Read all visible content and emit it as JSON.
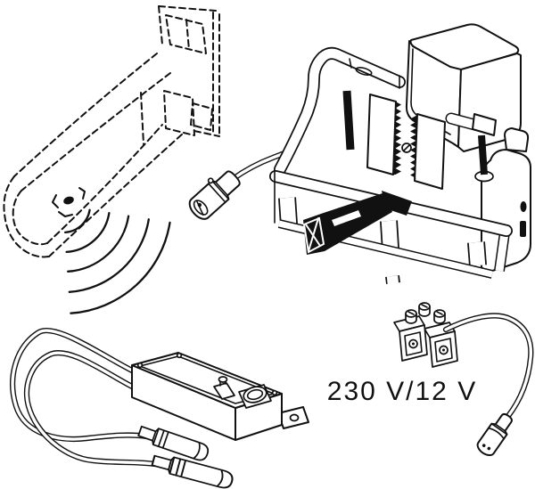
{
  "figure": {
    "type": "technical-line-illustration",
    "background": "#ffffff",
    "line_color": "#111111"
  },
  "labels": {
    "voltage": "230 V/12 V"
  },
  "parts": [
    {
      "name": "support-rail-phantom"
    },
    {
      "name": "radio-push-button"
    },
    {
      "name": "radio-signal-waves"
    },
    {
      "name": "sensor-plug"
    },
    {
      "name": "sensor-cable"
    },
    {
      "name": "servo-flush-unit"
    },
    {
      "name": "gear-racks"
    },
    {
      "name": "control-box"
    },
    {
      "name": "cable-loop"
    },
    {
      "name": "jack-connector-upper"
    },
    {
      "name": "jack-connector-lower"
    },
    {
      "name": "power-terminal-block"
    },
    {
      "name": "power-cable"
    },
    {
      "name": "power-connector"
    }
  ]
}
